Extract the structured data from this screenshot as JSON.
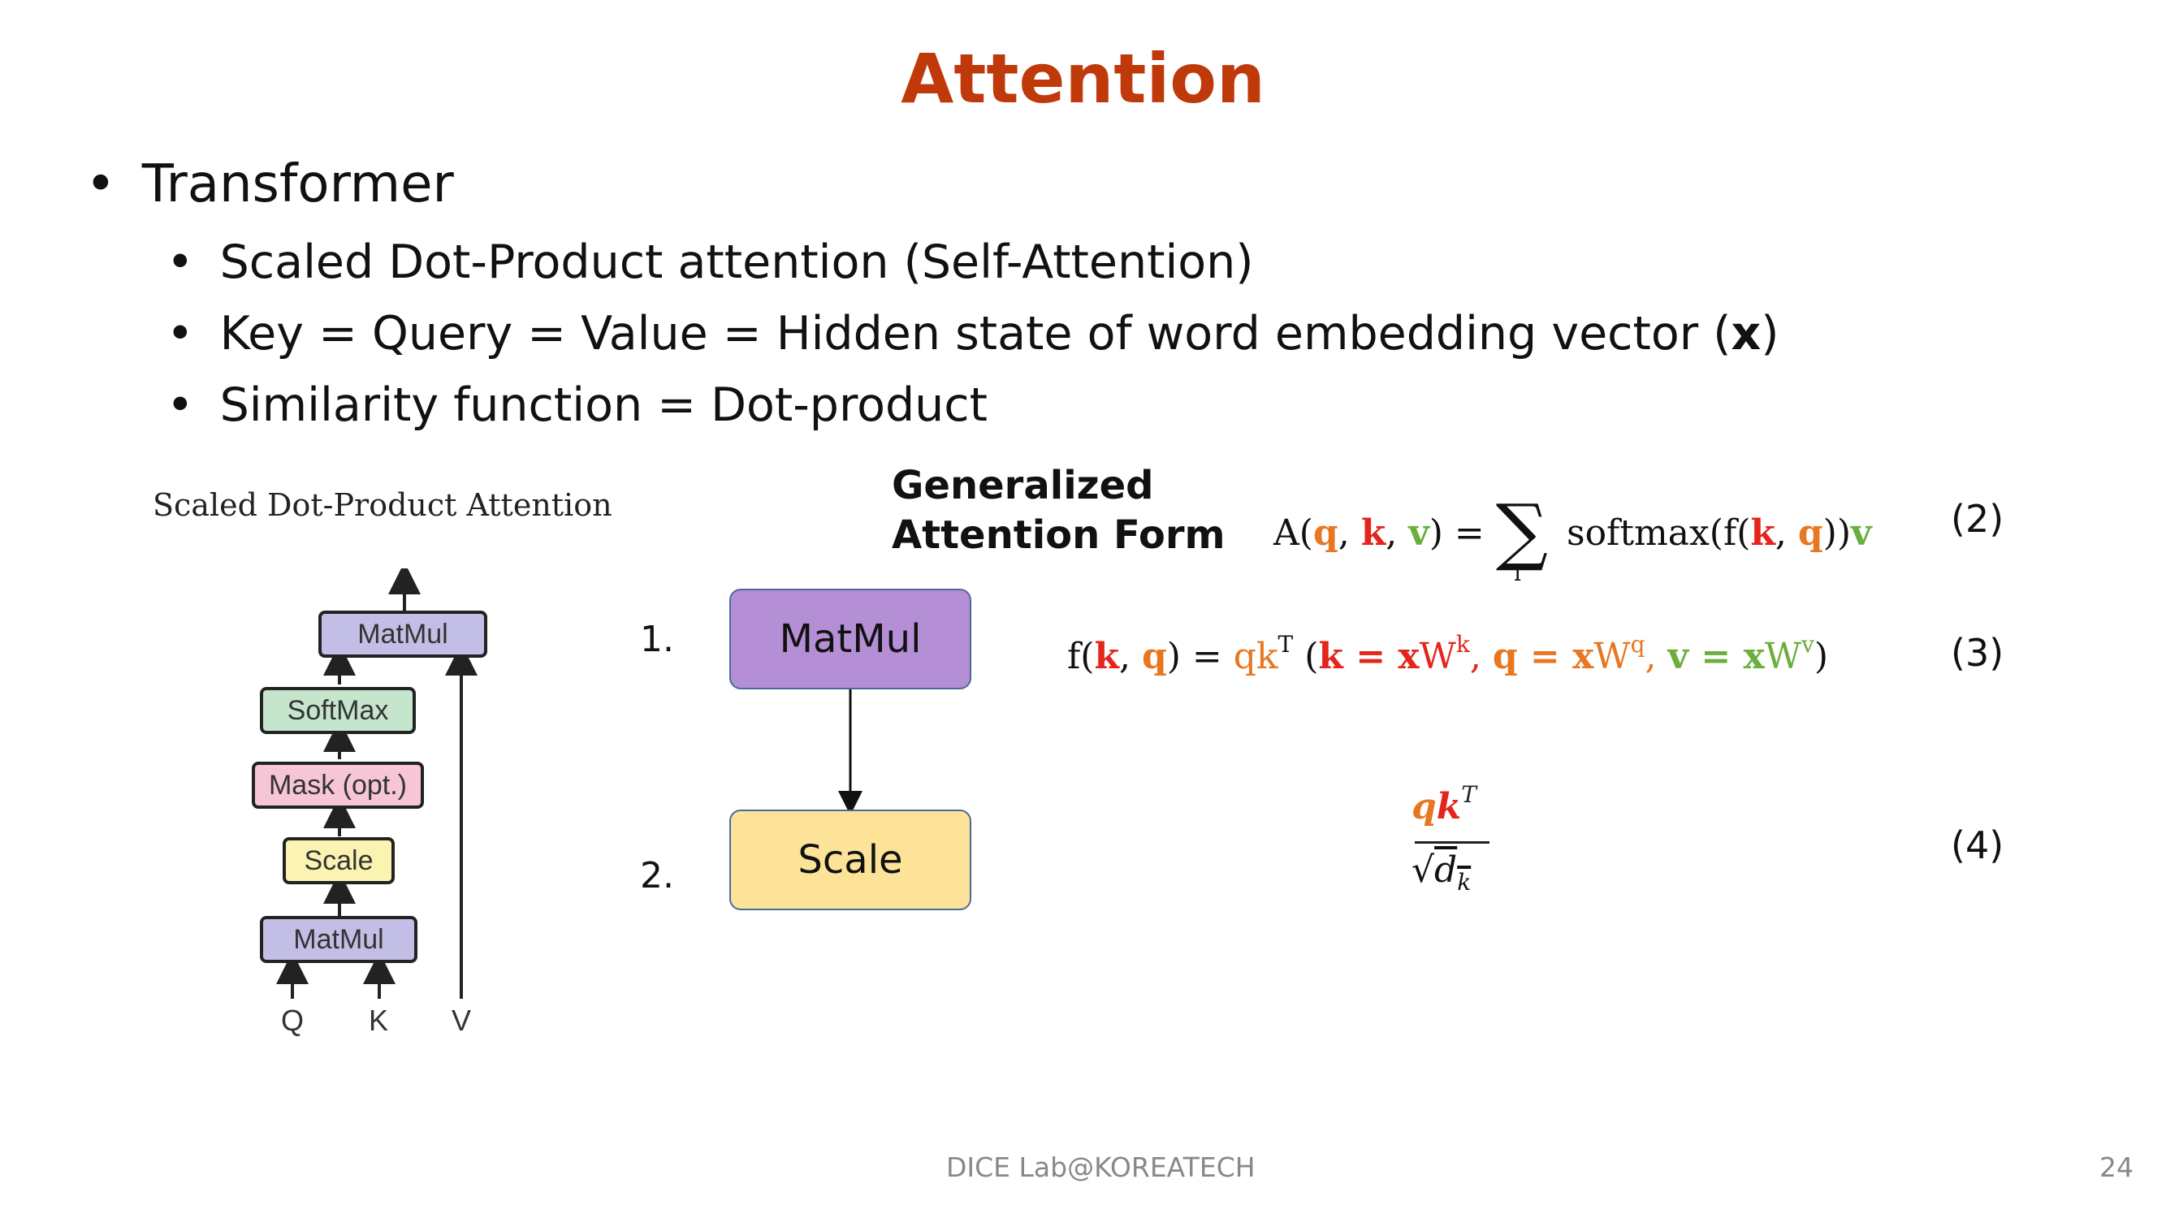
{
  "slide": {
    "title": "Attention",
    "bullet_main": "Transformer",
    "bullets": [
      {
        "text": "Scaled Dot-Product attention (Self-Attention)"
      },
      {
        "text_pre": "Key = Query = Value = Hidden state of word embedding vector (",
        "text_bold": "x",
        "text_post": ")"
      },
      {
        "text": "Similarity function = Dot-product"
      }
    ],
    "footer": "DICE Lab@KOREATECH",
    "page_number": "24"
  },
  "figure": {
    "caption": "Scaled Dot-Product Attention",
    "blocks": [
      {
        "label": "MatMul",
        "color": "#C3BEE6"
      },
      {
        "label": "SoftMax",
        "color": "#C5E6CC"
      },
      {
        "label": "Mask (opt.)",
        "color": "#F7C6D5"
      },
      {
        "label": "Scale",
        "color": "#FBF3B2"
      },
      {
        "label": "MatMul",
        "color": "#C3BEE6"
      }
    ],
    "inputs": [
      "Q",
      "K",
      "V"
    ]
  },
  "flow": {
    "steps": [
      {
        "num": "1.",
        "label": "MatMul",
        "color": "#B48FD6"
      },
      {
        "num": "2.",
        "label": "Scale",
        "color": "#FCE397"
      }
    ]
  },
  "generalized": {
    "line1": "Generalized",
    "line2": "Attention Form"
  },
  "equations": {
    "eq2_num": "(2)",
    "eq3_num": "(3)",
    "eq4_num": "(4)"
  },
  "colors": {
    "title": "#C0390B",
    "query": "#E87722",
    "key": "#E5241C",
    "value": "#6AAE3B"
  }
}
